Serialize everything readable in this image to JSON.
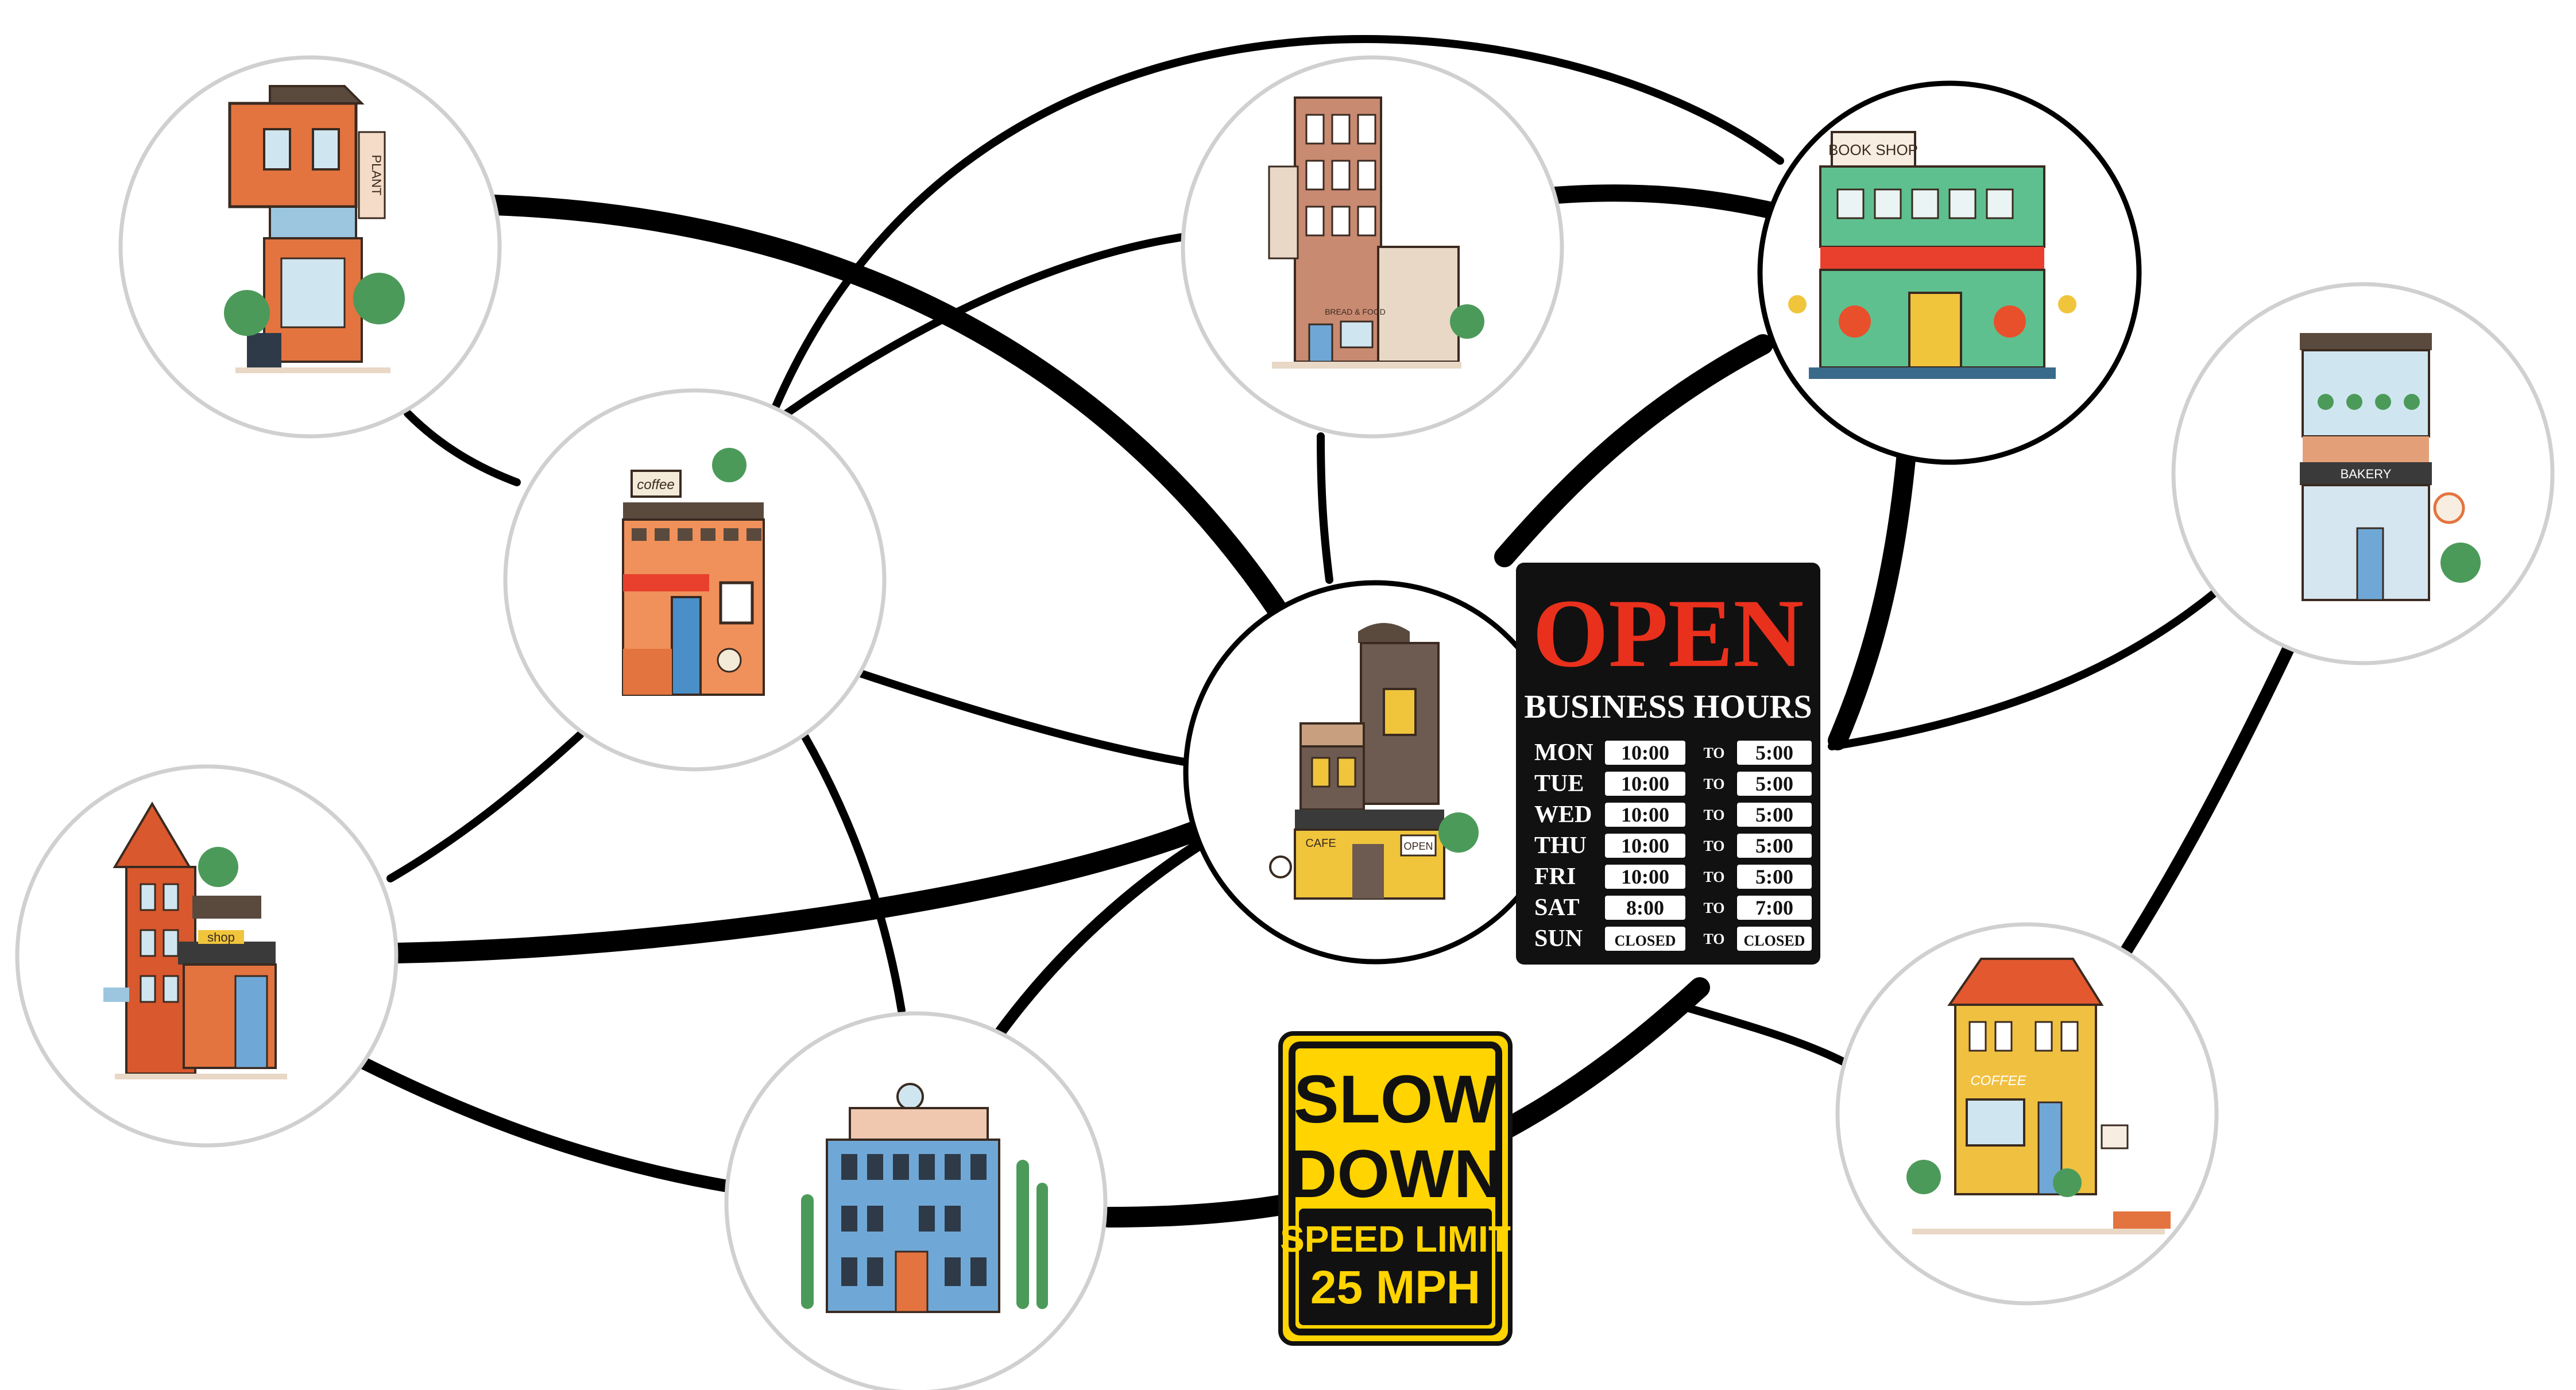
{
  "shop_signs": {
    "plant": "PLANT",
    "coffee_top": "coffee",
    "shop": "shop",
    "book_shop": "BOOK SHOP",
    "bakery": "BAKERY",
    "cafe": "CAFE",
    "open_small": "OPEN",
    "coffee_right": "COFFEE",
    "bread_food": "BREAD & FOOD"
  },
  "open_sign": {
    "title": "OPEN",
    "subtitle": "BUSINESS HOURS",
    "to_label": "TO",
    "days": [
      {
        "day": "MON",
        "from": "10:00",
        "to": "5:00"
      },
      {
        "day": "TUE",
        "from": "10:00",
        "to": "5:00"
      },
      {
        "day": "WED",
        "from": "10:00",
        "to": "5:00"
      },
      {
        "day": "THU",
        "from": "10:00",
        "to": "5:00"
      },
      {
        "day": "FRI",
        "from": "10:00",
        "to": "5:00"
      },
      {
        "day": "SAT",
        "from": "8:00",
        "to": "7:00"
      },
      {
        "day": "SUN",
        "from": "CLOSED",
        "to": "CLOSED"
      }
    ]
  },
  "speed_sign": {
    "line1": "SLOW",
    "line2": "DOWN",
    "line3": "SPEED LIMIT",
    "line4": "25 MPH"
  },
  "colors": {
    "edge": "#000000",
    "node_border": "#d0d0d0",
    "open_red": "#e8301c",
    "sign_yellow": "#ffd400",
    "sign_black": "#111111"
  }
}
